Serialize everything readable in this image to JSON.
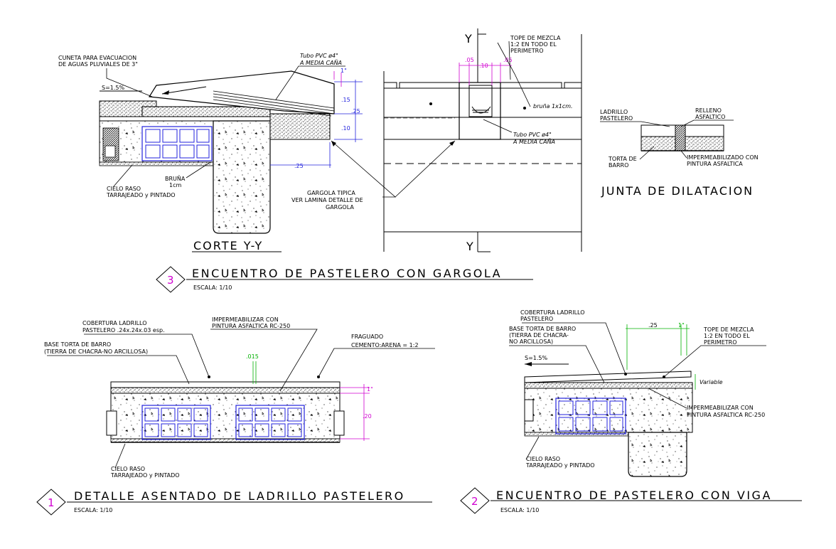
{
  "details": [
    {
      "number": "3",
      "title": "ENCUENTRO DE PASTELERO CON GARGOLA",
      "scale": "ESCALA: 1/10",
      "subtitle": "CORTE Y-Y"
    },
    {
      "number": "1",
      "title": "DETALLE ASENTADO DE LADRILLO PASTELERO",
      "scale": "ESCALA: 1/10"
    },
    {
      "number": "2",
      "title": "ENCUENTRO DE PASTELERO CON VIGA",
      "scale": "ESCALA: 1/10"
    }
  ],
  "junta": {
    "title": "JUNTA DE DILATACION",
    "ladrillo": [
      "LADRILLO",
      "PASTELERO"
    ],
    "relleno": [
      "RELLENO",
      "ASFALTICO"
    ],
    "torta": [
      "TORTA DE",
      "BARRO"
    ],
    "impermeabilizado": [
      "IMPERMEABILIZADO CON",
      "PINTURA ASFALTICA"
    ]
  },
  "detail3": {
    "cuneta": [
      "CUNETA PARA EVACUACION",
      "DE AGUAS PLUVIALES DE 3\""
    ],
    "tubo": [
      "Tubo PVC ø4\"",
      "A MEDIA CAÑA"
    ],
    "slope": "S=1.5%",
    "bruna": [
      "BRUÑA",
      "1cm"
    ],
    "cielo": [
      "CIELO RASO",
      "TARRAJEADO y PINTADO"
    ],
    "gargola": [
      "GARGOLA TIPICA",
      "VER LAMINA DETALLE DE",
      "GARGOLA"
    ],
    "dims": [
      ".15",
      ".25",
      ".10",
      ".25",
      "1\""
    ],
    "axis": [
      "Y",
      "Y"
    ],
    "tope": [
      "TOPE DE MEZCLA",
      "1:2 EN TODO EL",
      "PERIMETRO"
    ],
    "top_dims": [
      ".05",
      ".10",
      ".05"
    ],
    "bruna2": "bruña 1x1cm.",
    "tubo2": [
      "Tubo PVC ø4\"",
      "A MEDIA CAÑA"
    ]
  },
  "detail1": {
    "cobertura": [
      "COBERTURA LADRILLO",
      "PASTELERO .24x.24x.03 esp."
    ],
    "base": [
      "BASE TORTA DE BARRO",
      "(TIERRA DE CHACRA-NO ARCILLOSA)"
    ],
    "imper": [
      "IMPERMEABILIZAR CON",
      "PINTURA ASFALTICA RC-250"
    ],
    "fraguado": [
      "FRAGUADO",
      "CEMENTO:ARENA = 1:2"
    ],
    "dim_green": ".015",
    "dims": [
      "1\"",
      ".20"
    ],
    "cielo": [
      "CIELO RASO",
      "TARRAJEADO y PINTADO"
    ]
  },
  "detail2": {
    "cobertura": [
      "COBERTURA LADRILLO",
      "PASTELERO"
    ],
    "base": [
      "BASE TORTA DE BARRO",
      "(TIERRA DE CHACRA-",
      "NO ARCILLOSA)"
    ],
    "slope": "S=1.5%",
    "dims": [
      ".25",
      "1\""
    ],
    "tope": [
      "TOPE DE MEZCLA",
      "1:2 EN TODO EL",
      "PERIMETRO"
    ],
    "variable": "Variable",
    "imper": [
      "IMPERMEABILIZAR CON",
      "PINTURA ASFALTICA RC-250"
    ],
    "cielo": [
      "CIELO RASO",
      "TARRAJEADO y PINTADO"
    ]
  }
}
